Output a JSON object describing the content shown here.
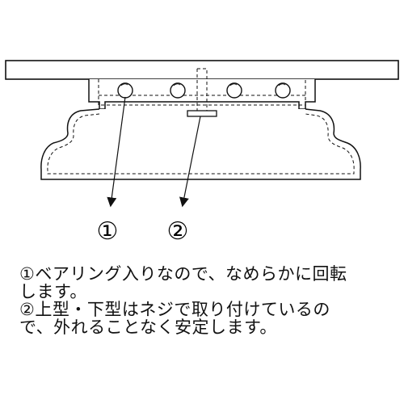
{
  "diagram": {
    "callouts": [
      {
        "id": "bearing",
        "label": "①"
      },
      {
        "id": "screw",
        "label": "②"
      }
    ]
  },
  "caption": {
    "lines": [
      "①ベアリング入りなので、なめらかに回転",
      "します。",
      "②上型・下型はネジで取り付けているの",
      "で、外れることなく安定します。"
    ]
  }
}
